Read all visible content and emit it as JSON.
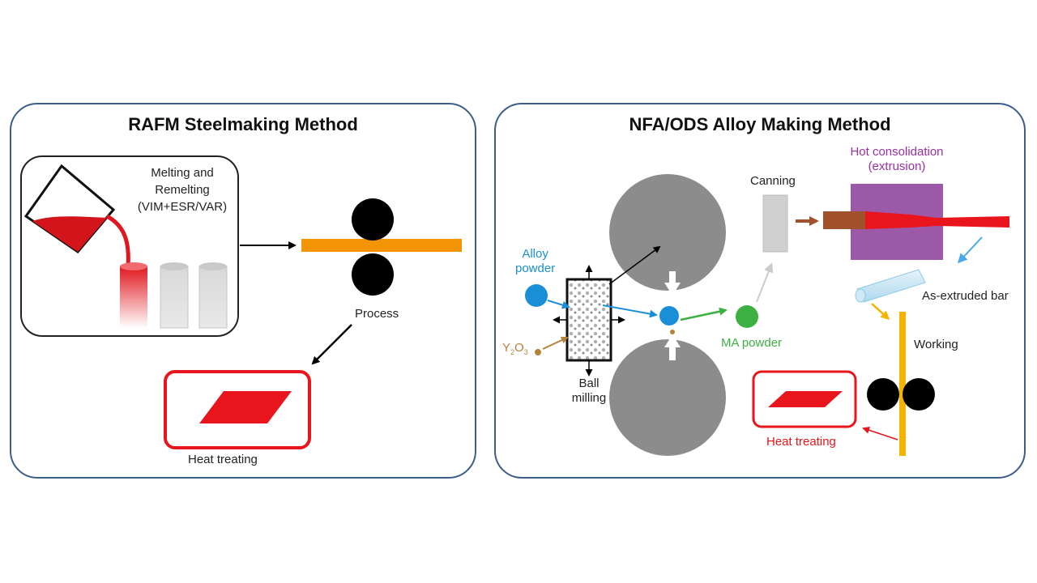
{
  "left_panel": {
    "title": "RAFM Steelmaking Method",
    "melting_label": [
      "Melting and",
      "Remelting",
      "(VIM+ESR/VAR)"
    ],
    "process_label": "Process",
    "heat_treating_label": "Heat treating"
  },
  "right_panel": {
    "title": "NFA/ODS Alloy Making Method",
    "alloy_powder_label": [
      "Alloy",
      "powder"
    ],
    "y2o3_label": {
      "Y": "Y",
      "sub1": "2",
      "O": "O",
      "sub2": "3"
    },
    "ball_milling_label": [
      "Ball",
      "milling"
    ],
    "ma_powder_label": "MA powder",
    "canning_label": "Canning",
    "hot_consolidation_label": [
      "Hot consolidation",
      "(extrusion)"
    ],
    "as_extruded_bar_label": "As-extruded bar",
    "working_label": "Working",
    "heat_treating_label": "Heat treating"
  },
  "colors": {
    "border": "#3d5d8a",
    "molten_red": "#e0171f",
    "strip_orange": "#f29405",
    "roller_black": "#000000",
    "mill_gray": "#8c8c8c",
    "alloy_blue": "#1a8fd8",
    "ma_green": "#3cb043",
    "y2o3_brown": "#b5823a",
    "purple": "#9b59a8",
    "purple_text": "#9c2fa6",
    "bar_yellow": "#f5b400",
    "heat_red": "#e8161c",
    "canning_gray": "#cfcfcf"
  },
  "icons": [
    "crucible-icon",
    "ingot-icon",
    "roller-icon",
    "plate-icon",
    "mill-drum-icon",
    "powder-particle-icon",
    "canister-icon",
    "extrusion-die-icon",
    "bar-icon"
  ]
}
